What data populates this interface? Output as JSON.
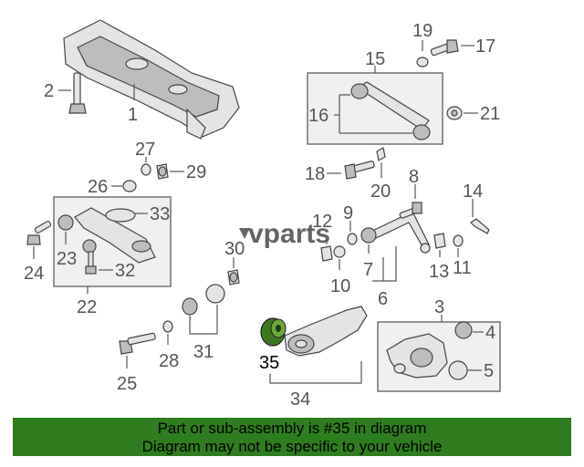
{
  "watermark": "vparts",
  "callouts": {
    "n1": "1",
    "n2": "2",
    "n3": "3",
    "n4": "4",
    "n5": "5",
    "n6": "6",
    "n7": "7",
    "n8": "8",
    "n9": "9",
    "n10": "10",
    "n11": "11",
    "n12": "12",
    "n13": "13",
    "n14": "14",
    "n15": "15",
    "n16": "16",
    "n17": "17",
    "n18": "18",
    "n19": "19",
    "n20": "20",
    "n21": "21",
    "n22": "22",
    "n23": "23",
    "n24": "24",
    "n25": "25",
    "n26": "26",
    "n27": "27",
    "n28": "28",
    "n29": "29",
    "n30": "30",
    "n31": "31",
    "n32": "32",
    "n33": "33",
    "n34": "34",
    "n35": "35"
  },
  "highlight": {
    "part": "35",
    "color": "#3a7a1e"
  },
  "footer": {
    "line1": "Part or sub-assembly is #35 in diagram",
    "line2": "Diagram may not be specific to your vehicle",
    "background": "#2e7d1e"
  }
}
